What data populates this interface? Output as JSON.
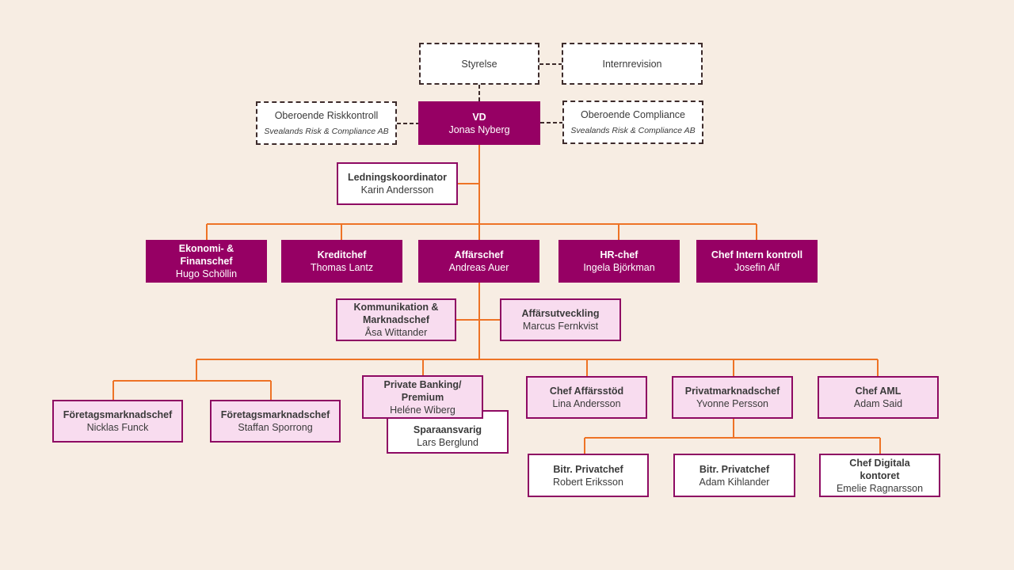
{
  "colors": {
    "background": "#f7ede3",
    "dark_box": "#960064",
    "light_box": "#f8dcef",
    "border": "#8e0a63",
    "connector": "#ee7326",
    "dashed_border": "#3d2b2b"
  },
  "nodes": {
    "styrelse": {
      "title": "Styrelse"
    },
    "internrevision": {
      "title": "Internrevision"
    },
    "riskkontroll": {
      "title": "Oberoende Riskkontroll",
      "sub": "Svealands Risk & Compliance AB"
    },
    "compliance": {
      "title": "Oberoende Compliance",
      "sub": "Svealands Risk & Compliance AB"
    },
    "vd": {
      "title": "VD",
      "name": "Jonas Nyberg"
    },
    "ledningskoordinator": {
      "title": "Ledningskoordinator",
      "name": "Karin Andersson"
    },
    "ekonomi": {
      "title": "Ekonomi- & Finanschef",
      "name": "Hugo Schöllin"
    },
    "kredit": {
      "title": "Kreditchef",
      "name": "Thomas Lantz"
    },
    "affarschef": {
      "title": "Affärschef",
      "name": "Andreas Auer"
    },
    "hr": {
      "title": "HR-chef",
      "name": "Ingela Björkman"
    },
    "internkontroll": {
      "title": "Chef Intern kontroll",
      "name": "Josefin Alf"
    },
    "kommunikation": {
      "title": "Kommunikation & Marknadschef",
      "name": "Åsa Wittander"
    },
    "affarsutveckling": {
      "title": "Affärsutveckling",
      "name": "Marcus Fernkvist"
    },
    "foretag1": {
      "title": "Företagsmarknadschef",
      "name": "Nicklas Funck"
    },
    "foretag2": {
      "title": "Företagsmarknadschef",
      "name": "Staffan Sporrong"
    },
    "private_banking": {
      "title": "Private Banking/ Premium",
      "name": "Heléne Wiberg"
    },
    "sparaansvarig": {
      "title": "Sparaansvarig",
      "name": "Lars Berglund"
    },
    "affarsstod": {
      "title": "Chef Affärsstöd",
      "name": "Lina Andersson"
    },
    "privatmarknad": {
      "title": "Privatmarknadschef",
      "name": "Yvonne Persson"
    },
    "aml": {
      "title": "Chef AML",
      "name": "Adam Said"
    },
    "bitr1": {
      "title": "Bitr. Privatchef",
      "name": "Robert Eriksson"
    },
    "bitr2": {
      "title": "Bitr. Privatchef",
      "name": "Adam Kihlander"
    },
    "digitala": {
      "title": "Chef Digitala kontoret",
      "name": "Emelie Ragnarsson"
    }
  }
}
